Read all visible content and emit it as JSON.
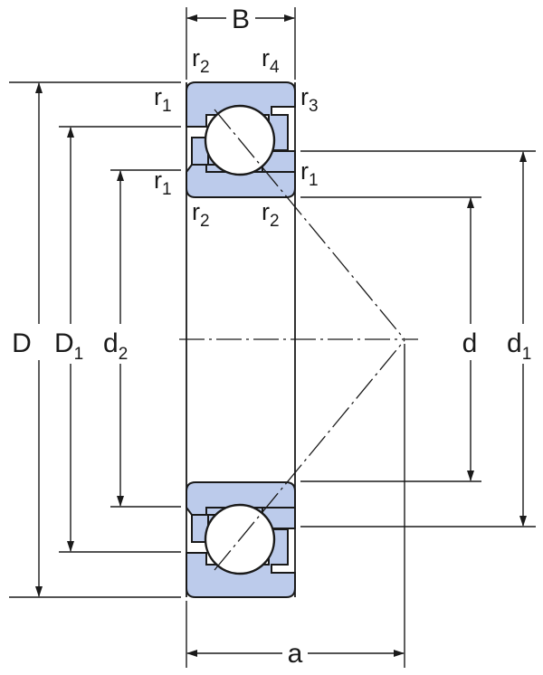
{
  "labels": {
    "B": "B",
    "D": "D",
    "D1": {
      "main": "D",
      "sub": "1"
    },
    "d2": {
      "main": "d",
      "sub": "2"
    },
    "d": "d",
    "d1": {
      "main": "d",
      "sub": "1"
    },
    "a": "a",
    "r2_top_left": {
      "main": "r",
      "sub": "2"
    },
    "r4_top_right": {
      "main": "r",
      "sub": "4"
    },
    "r1_upper_left": {
      "main": "r",
      "sub": "1"
    },
    "r3_upper_right": {
      "main": "r",
      "sub": "3"
    },
    "r1_lower_left": {
      "main": "r",
      "sub": "1"
    },
    "r1_lower_right": {
      "main": "r",
      "sub": "1"
    },
    "r2_bottom_left": {
      "main": "r",
      "sub": "2"
    },
    "r2_bottom_right": {
      "main": "r",
      "sub": "2"
    }
  },
  "colors": {
    "ring_fill": "#bccbeb",
    "line": "#1a1a1a"
  }
}
